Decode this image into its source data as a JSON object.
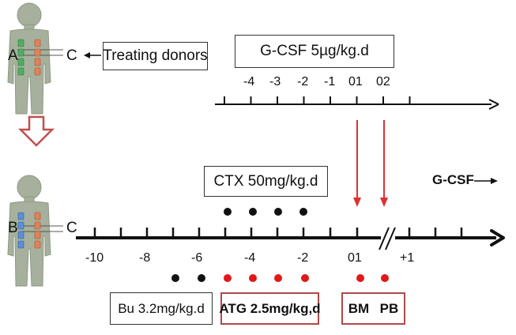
{
  "donor_section": {
    "treating_label": "Treating donors",
    "gcsf_dose": "G-CSF 5µg/kg.d",
    "timeline_ticks": [
      "-4",
      "-3",
      "-2",
      "-1",
      "01",
      "02"
    ]
  },
  "recipient_section": {
    "ctx_dose": "CTX  50mg/kg.d",
    "gcsf_label": "G-CSF",
    "timeline_ticks": [
      "-10",
      "-8",
      "-6",
      "-4",
      "-2",
      "01",
      "+1"
    ],
    "bu_dose": "Bu  3.2mg/kg.d",
    "atg_dose": "ATG 2.5mg/kg,d",
    "bm_label": "BM",
    "pb_label": "PB"
  },
  "figure_labels": {
    "donor_left": "A",
    "donor_right": "C",
    "recipient_left": "B",
    "recipient_right": "C"
  },
  "colors": {
    "body": "#a6b09c",
    "body_outline": "#8f9986",
    "donor_left_marks": "#4fae62",
    "donor_right_marks": "#e58055",
    "recipient_left_marks": "#5b8fd6",
    "recipient_right_marks": "#e58055",
    "red_arrow": "#e03030",
    "transfer_arrow": "#c0504d",
    "red_box": "#b04848",
    "dot_black": "#111111",
    "dot_red": "#e01818"
  },
  "icons": {
    "donor": "human-figure-icon",
    "recipient": "human-figure-icon",
    "transfer": "down-arrow-icon"
  }
}
